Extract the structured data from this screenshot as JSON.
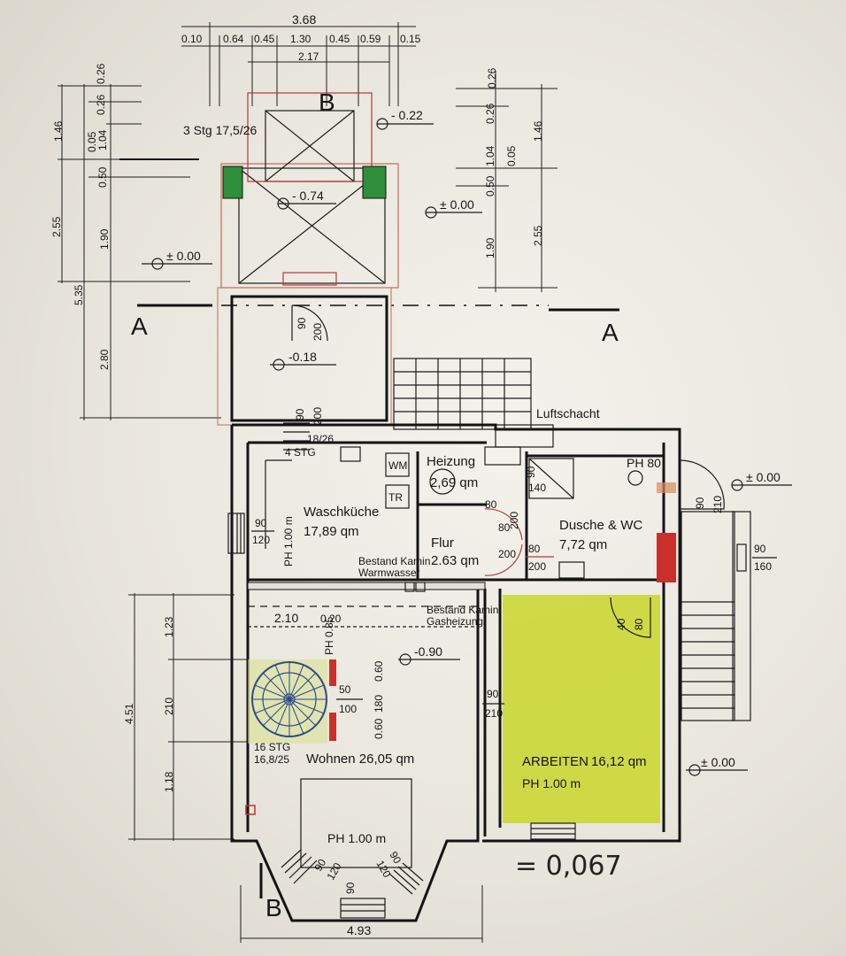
{
  "dimensions_top": {
    "total": "3.68",
    "parts": [
      "0.10",
      "0.64",
      "0.45",
      "1.30",
      "0.45",
      "0.59",
      "0.15"
    ],
    "inner": "2.17"
  },
  "dimensions_left": [
    "0.26",
    "1.46",
    "0.26",
    "0.05",
    "1.04",
    "0.50",
    "2.55",
    "1.90",
    "5.35",
    "2.80"
  ],
  "dimensions_right": [
    "0.26",
    "0.26",
    "1.46",
    "1.04",
    "0.05",
    "0.50",
    "2.55",
    "1.90"
  ],
  "dimensions_lower_left": [
    "1.23",
    "4.51",
    "210",
    "1.18"
  ],
  "dimension_bottom": "4.93",
  "section_markers": [
    "A",
    "A",
    "B",
    "B"
  ],
  "levels": [
    "- 0.22",
    "± 0.00",
    "- 0.74",
    "± 0.00",
    "-0.18",
    "± 0.00",
    "-0.90",
    "± 0.00"
  ],
  "stairs": {
    "top": "3 Stg 17,5/26",
    "middle": [
      "4 STG",
      "18/26"
    ],
    "spiral": [
      "16 STG",
      "16,8/25"
    ]
  },
  "rooms": {
    "waschkueche": {
      "name": "Waschküche",
      "area": "17,89 qm",
      "ph": "PH 1.00 m"
    },
    "heizung": {
      "name": "Heizung",
      "area": "2,69 qm"
    },
    "flur": {
      "name": "Flur",
      "area": "2.63 qm"
    },
    "dusche": {
      "name": "Dusche & WC",
      "area": "7,72 qm"
    },
    "wohnen": {
      "name": "Wohnen 26,05 qm",
      "ph": "PH 1.00 m"
    },
    "arbeiten": {
      "name": "ARBEITEN",
      "area": "16,12 qm",
      "ph": "PH 1.00 m"
    }
  },
  "labels": {
    "luftschacht": "Luftschacht",
    "wm": "WM",
    "tr": "TR",
    "bestand_kamin_1": "Bestand Kamin",
    "warmwasser": "Warmwasser",
    "bestand_kamin_2": "Bestand Kamin",
    "gasheizung": "Gasheizung",
    "ph_80": "PH 80",
    "ph_085": "PH 0.85",
    "handwritten": "= 0,067"
  },
  "openings": [
    "90",
    "200",
    "90",
    "200",
    "90",
    "120",
    "80",
    "200",
    "90",
    "140",
    "80",
    "200",
    "80",
    "200",
    "90",
    "210",
    "90",
    "160",
    "40",
    "80",
    "90",
    "210",
    "50",
    "100",
    "0.60",
    "180",
    "0.60",
    "2.10",
    "0.20",
    "90",
    "120",
    "90",
    "120",
    "90"
  ],
  "colors": {
    "paper": "#ece9e1",
    "ink": "#161616",
    "red_plan": "#c0392b",
    "green_fill": "#2f8f3a",
    "yellow_fill": "#c9d62a",
    "blue_stair": "#2c4a8a"
  }
}
